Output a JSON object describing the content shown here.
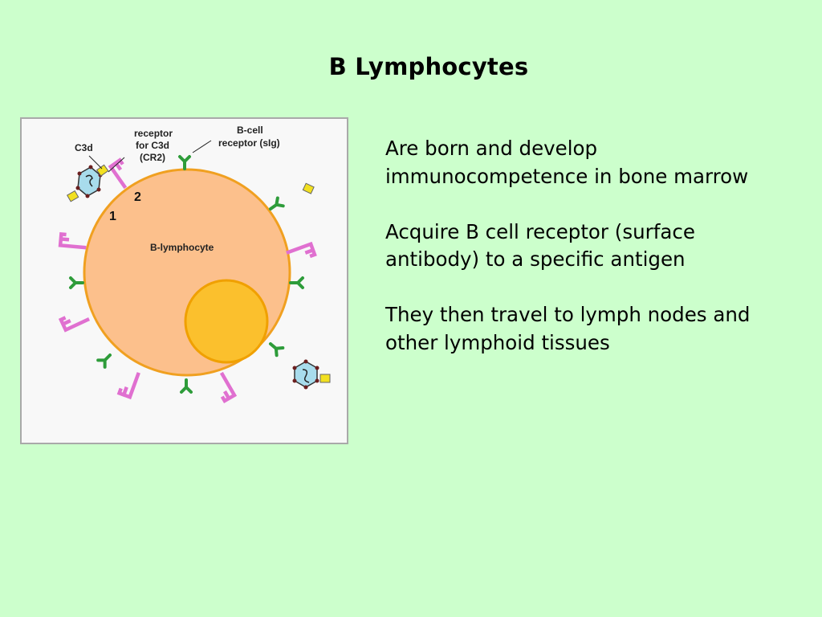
{
  "slide": {
    "title": "B Lymphocytes",
    "paragraphs": [
      "Are born and develop\nimmunocompetence in bone marrow",
      "Acquire B cell receptor (surface\nantibody) to a specific antigen",
      "They then travel to lymph nodes and\nother lymphoid tissues"
    ]
  },
  "diagram": {
    "labels": {
      "c3d": "C3d",
      "receptor_c3d_line1": "receptor",
      "receptor_c3d_line2": "for C3d",
      "receptor_c3d_line3": "(CR2)",
      "bcr_line1": "B-cell",
      "bcr_line2": "receptor (sIg)",
      "cell": "B-lymphocyte",
      "num1": "1",
      "num2": "2"
    },
    "colors": {
      "background": "#ccffcc",
      "cell_fill": "#fcc08c",
      "cell_stroke": "#f0a020",
      "nucleus_fill": "#fbc02d",
      "nucleus_stroke": "#f0a000",
      "antibody": "#2e9c3a",
      "cr2": "#e070d0",
      "c3d": "#f2e020",
      "antigen": "#a8dcec"
    }
  }
}
